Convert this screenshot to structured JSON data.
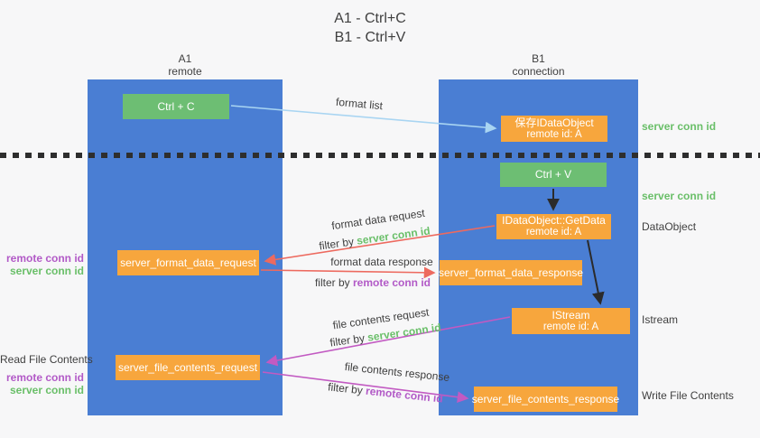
{
  "title": {
    "line1": "A1 - Ctrl+C",
    "line2": "B1 - Ctrl+V"
  },
  "colors": {
    "bg": "#f7f7f8",
    "lane-blue": "#4a7ed3",
    "green-box": "#6dbe73",
    "orange-box": "#f7a63d",
    "green-text": "#6abf69",
    "purple-text": "#b25ac7",
    "red-arrow": "#ed6a5f",
    "magenta-arrow": "#c25ac2",
    "blue-arrow": "#a9d5f2",
    "dark-text": "#3f3f3f"
  },
  "lanes": {
    "a": {
      "name": "A1",
      "subtitle": "remote"
    },
    "b": {
      "name": "B1",
      "subtitle": "connection"
    }
  },
  "nodes": {
    "ctrl_c": {
      "label": "Ctrl + C"
    },
    "save_dataobject": {
      "line1": "保存IDataObject",
      "line2": "remote id: A"
    },
    "ctrl_v": {
      "label": "Ctrl + V"
    },
    "getdata": {
      "line1": "IDataObject::GetData",
      "line2": "remote id: A"
    },
    "format_request": {
      "label": "server_format_data_request"
    },
    "format_response": {
      "label": "server_format_data_response"
    },
    "istream": {
      "line1": "IStream",
      "line2": "remote id: A"
    },
    "file_request": {
      "label": "server_file_contents_request"
    },
    "file_response": {
      "label": "server_file_contents_response"
    }
  },
  "labels": {
    "format_list": "format list",
    "format_data_request": "format data request",
    "format_data_response": "format data response",
    "file_contents_request": "file contents request",
    "file_contents_response": "file contents response",
    "filter_by": "filter by",
    "server_conn_id": "server conn id",
    "remote_conn_id": "remote conn id"
  },
  "side": {
    "right_server_conn_id_1": "server conn id",
    "right_server_conn_id_2": "server conn id",
    "dataobject": "DataObject",
    "istream": "Istream",
    "write_file": "Write File Contents",
    "read_file": "Read File Contents",
    "left_top": {
      "remote": "remote conn id",
      "server": "server conn id"
    },
    "left_bottom": {
      "remote": "remote conn id",
      "server": "server conn id"
    }
  }
}
